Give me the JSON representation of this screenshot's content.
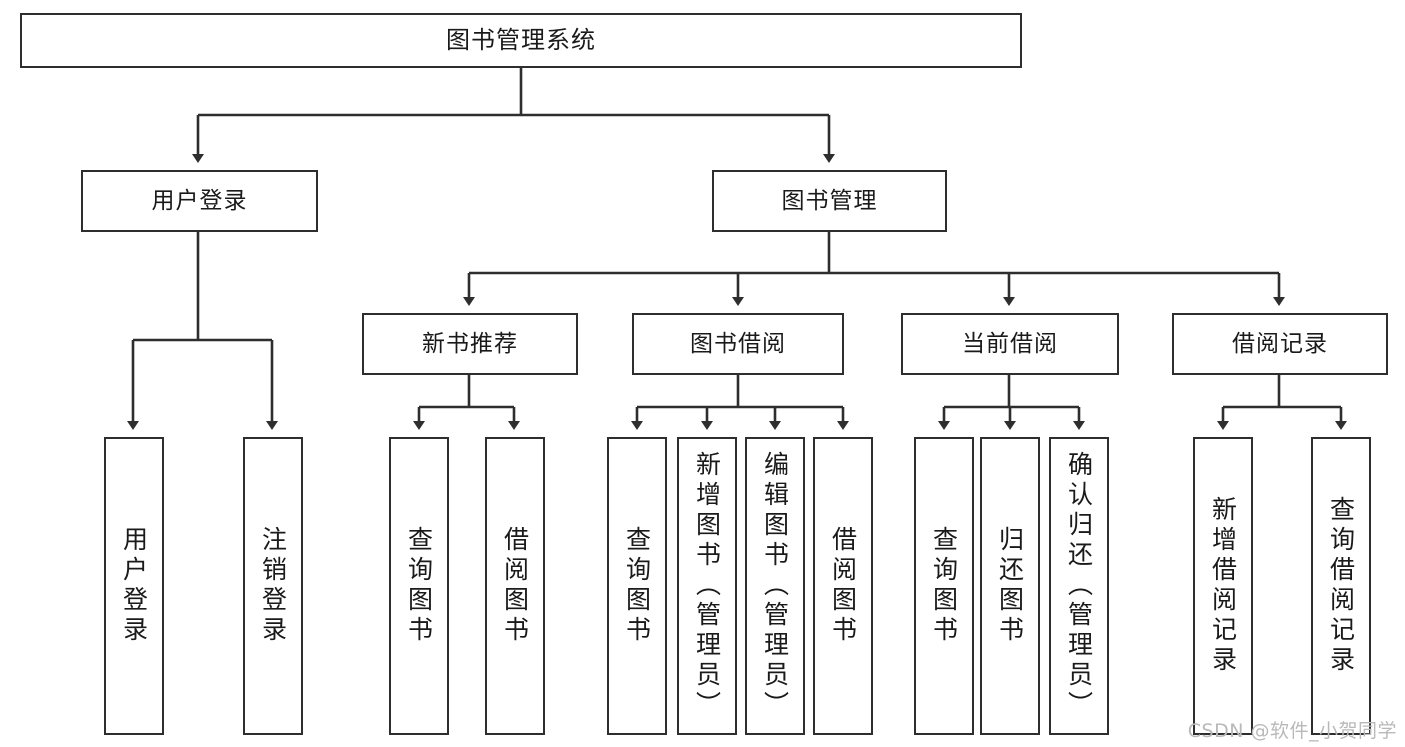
{
  "diagram": {
    "title": "图书管理系统",
    "watermark": "CSDN @软件_小贺同学",
    "line_color": "#2e2e2e",
    "box_fill": "#ffffff",
    "text_color": "#1a1a1a",
    "watermark_color": "#b9b9b9"
  },
  "nodes": {
    "root": {
      "label": "图书管理系统"
    },
    "level2": [
      {
        "label": "用户登录"
      },
      {
        "label": "图书管理"
      }
    ],
    "level3": [
      {
        "label": "新书推荐"
      },
      {
        "label": "图书借阅"
      },
      {
        "label": "当前借阅"
      },
      {
        "label": "借阅记录"
      }
    ],
    "leaves": {
      "user_login": [
        {
          "label": "用户登录"
        },
        {
          "label": "注销登录"
        }
      ],
      "new_book_recommend": [
        {
          "label": "查询图书"
        },
        {
          "label": "借阅图书"
        }
      ],
      "book_borrow": [
        {
          "label": "查询图书"
        },
        {
          "label": "新增图书（管理员）"
        },
        {
          "label": "编辑图书（管理员）"
        },
        {
          "label": "借阅图书"
        }
      ],
      "current_borrow": [
        {
          "label": "查询图书"
        },
        {
          "label": "归还图书"
        },
        {
          "label": "确认归还（管理员）"
        }
      ],
      "borrow_record": [
        {
          "label": "新增借阅记录"
        },
        {
          "label": "查询借阅记录"
        }
      ]
    }
  }
}
